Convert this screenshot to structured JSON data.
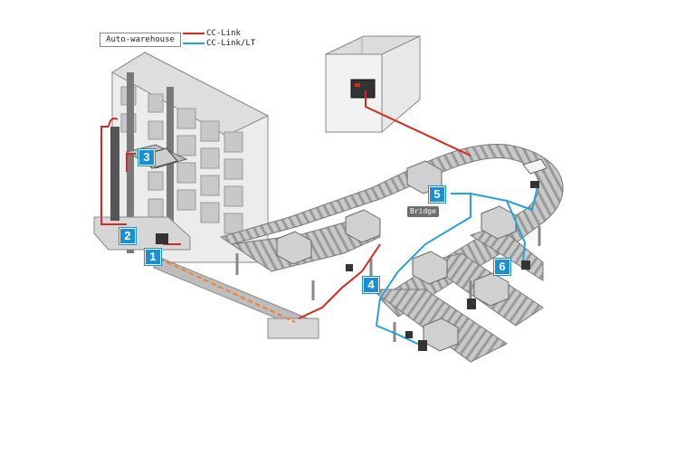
{
  "legend": {
    "title": "Auto-warehouse",
    "items": [
      {
        "label": "CC-Link",
        "color": "#d42a20"
      },
      {
        "label": "CC-Link/LT",
        "color": "#2aa0d8"
      }
    ]
  },
  "badges": [
    "1",
    "2",
    "3",
    "4",
    "5",
    "6"
  ],
  "bridge_label": "Bridge",
  "colors": {
    "badge": "#1a8fd6",
    "cc_link": "#d42a20",
    "cc_link_lt": "#2aa0d8",
    "servo_line": "#f08030"
  }
}
